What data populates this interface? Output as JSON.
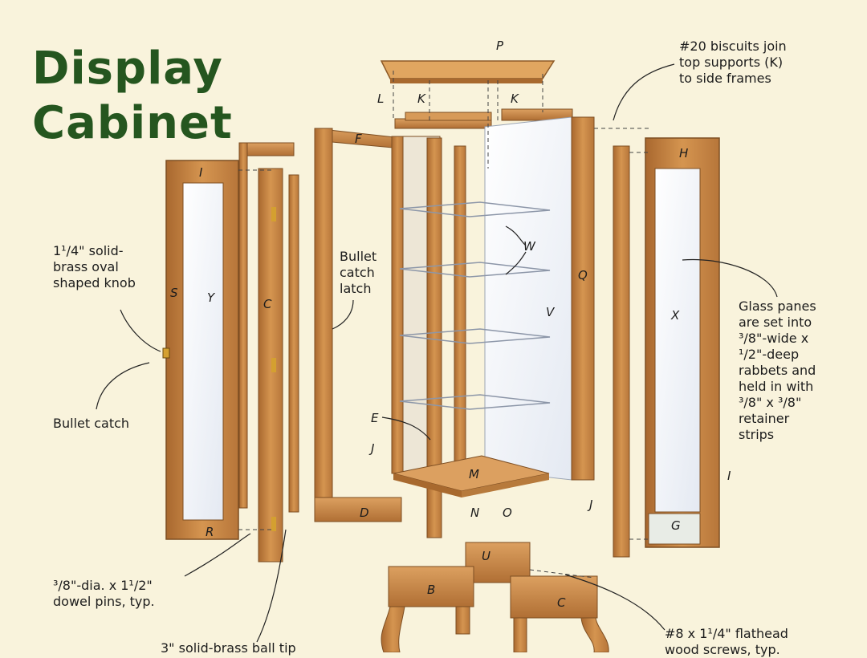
{
  "title": "Display\nCabinet",
  "notes": {
    "biscuits": "#20 biscuits join\ntop supports (K)\nto side frames",
    "knob": "1¹/4\" solid-\nbrass oval\nshaped knob",
    "bullet_latch": "Bullet\ncatch\nlatch",
    "bullet_catch": "Bullet catch",
    "glass": "Glass panes\nare set into\n³/8\"-wide x\n¹/2\"-deep\nrabbets and\nheld in with\n³/8\" x ³/8\"\nretainer\nstrips",
    "dowel": "³/8\"-dia. x 1¹/2\"\ndowel pins, typ.",
    "hinge": "3\" solid-brass ball tip",
    "screws": "#8 x 1¹/4\" flathead\nwood screws, typ."
  },
  "part_labels": {
    "P": "P",
    "L": "L",
    "K1": "K",
    "K2": "K",
    "F": "F",
    "H": "H",
    "I1": "I",
    "S": "S",
    "Y": "Y",
    "C": "C",
    "W": "W",
    "Q": "Q",
    "V": "V",
    "X": "X",
    "E": "E",
    "J1": "J",
    "M": "M",
    "I2": "I",
    "D": "D",
    "N": "N",
    "O": "O",
    "J2": "J",
    "G": "G",
    "R": "R",
    "U": "U",
    "B": "B",
    "C2": "C"
  },
  "colors": {
    "wood": "#c98a4a",
    "wood_dark": "#9a5f2a",
    "wood_light": "#e0a865",
    "glass": "#f4f6fb",
    "title": "#25561f",
    "background": "#f9f3dc"
  }
}
